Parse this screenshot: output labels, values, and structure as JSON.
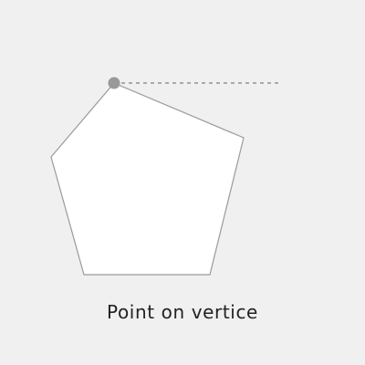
{
  "caption": "Point on vertice",
  "colors": {
    "background": "#f0f0f0",
    "shape_fill": "#ffffff",
    "shape_stroke": "#9a9a9a",
    "point": "#999999",
    "guide_line": "#aaaaaa",
    "caption_text": "#222222"
  },
  "icons": {
    "vertex_marker": "filled-circle-dot",
    "guide": "dashed-horizontal-line"
  }
}
